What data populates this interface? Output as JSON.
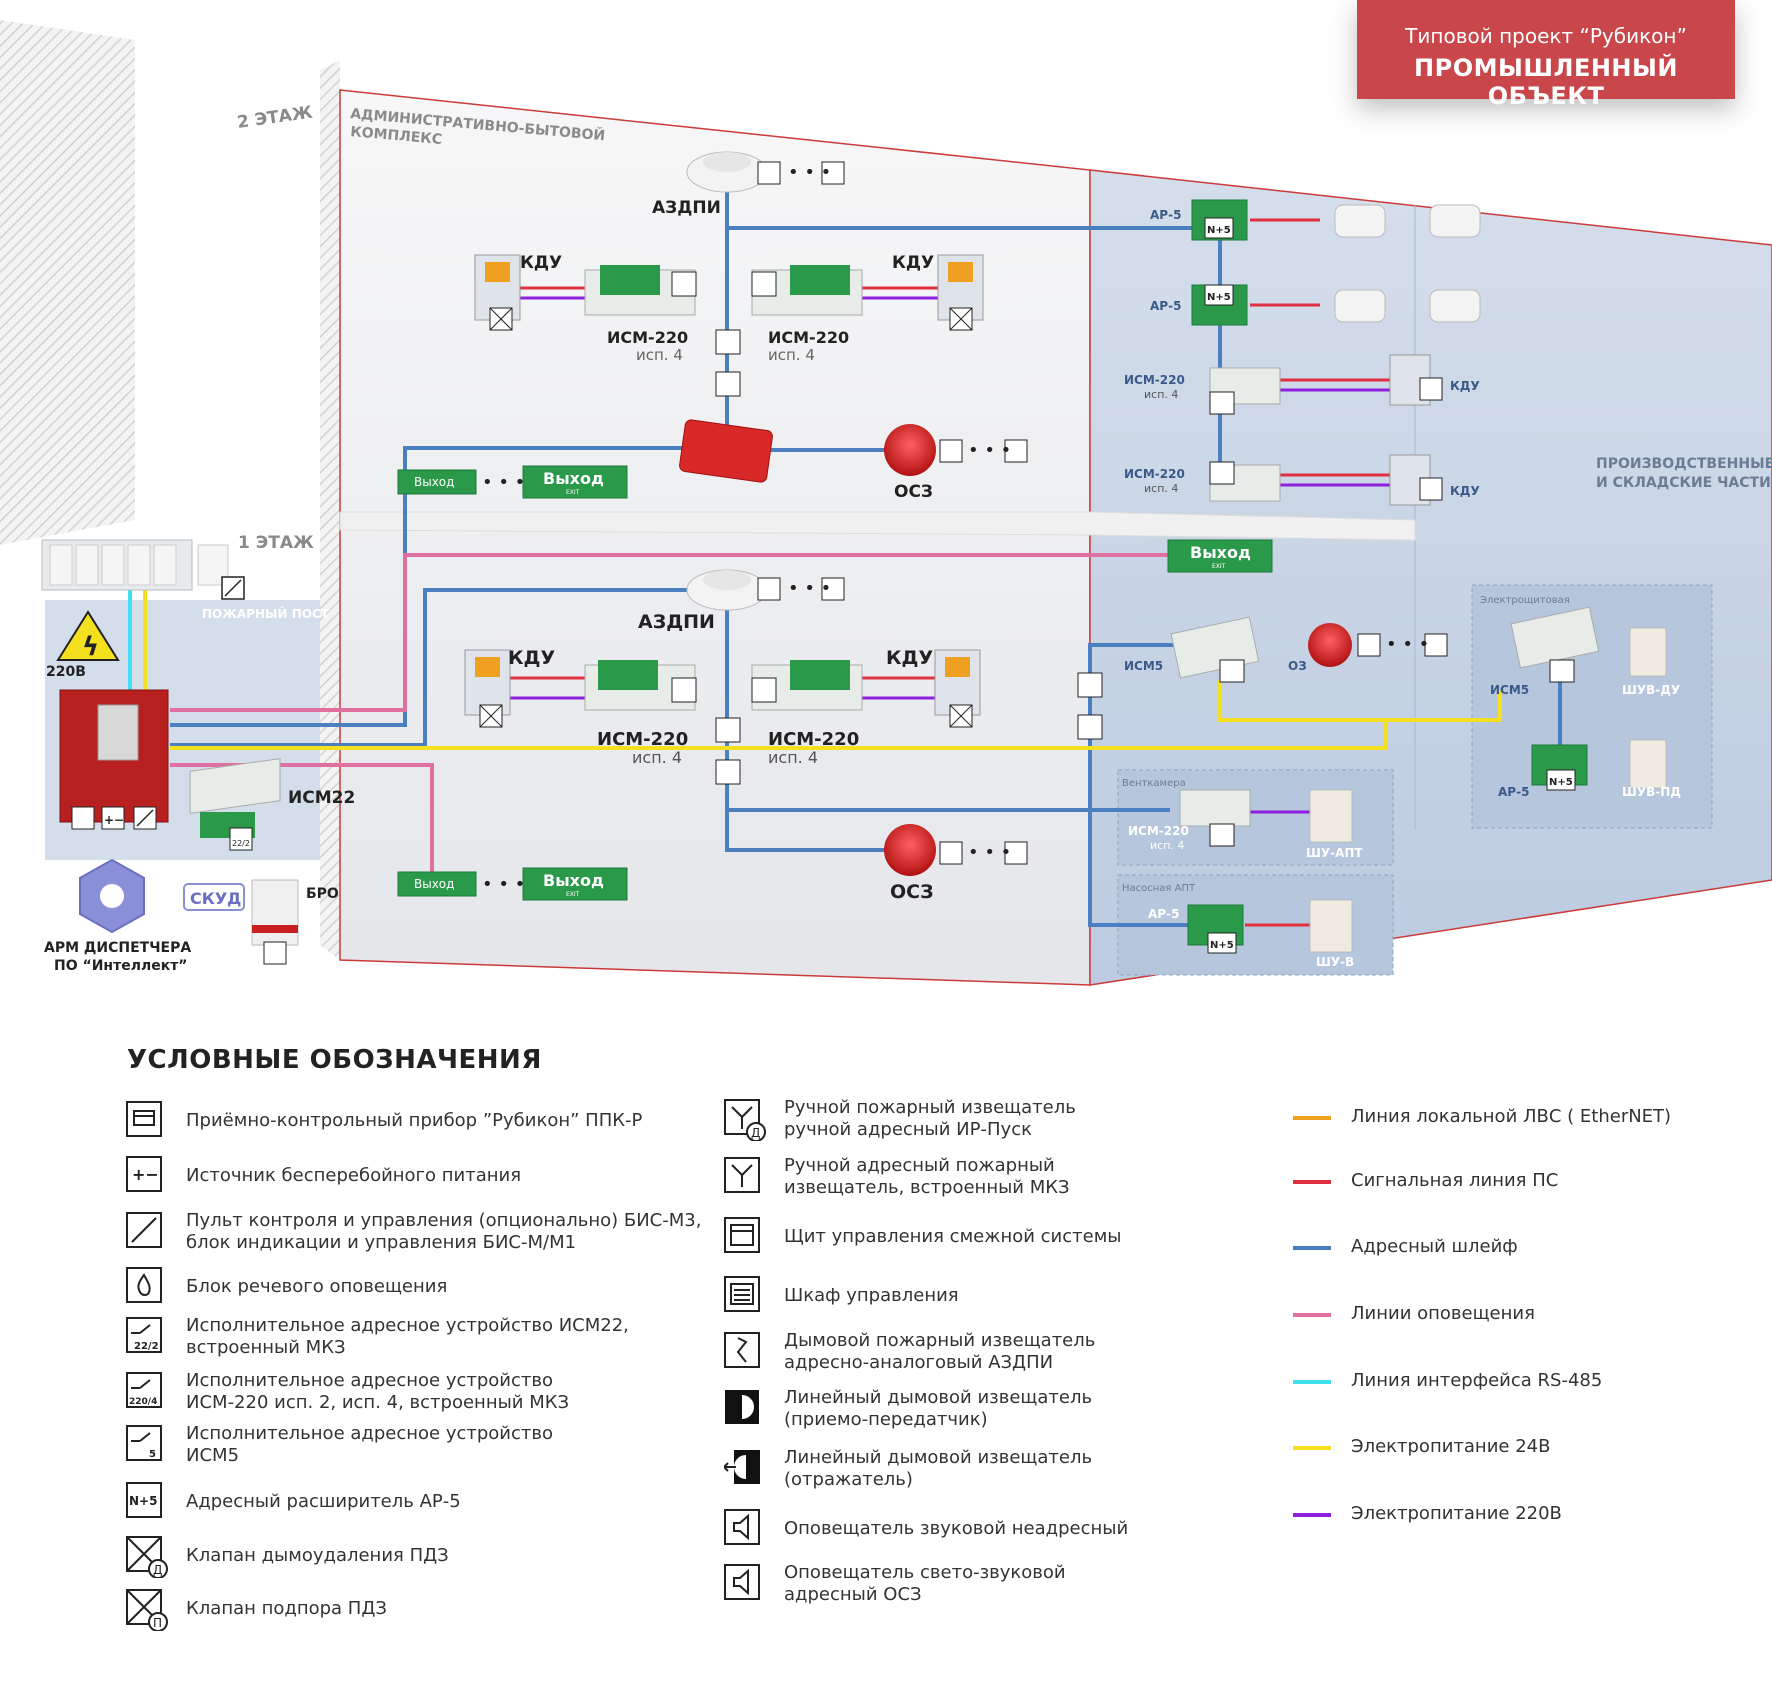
{
  "header": {
    "subtitle": "Типовой проект “Рубикон”",
    "title": "ПРОМЫШЛЕННЫЙ ОБЪЕКТ"
  },
  "zones": {
    "floor2": "2 ЭТАЖ",
    "floor1": "1 ЭТАЖ",
    "admin_line1": "АДМИНИСТРАТИВНО-БЫТОВОЙ",
    "admin_line2": "КОМПЛЕКС",
    "prod_line1": "ПРОИЗВОДСТВЕННЫЕ",
    "prod_line2": "И СКЛАДСКИЕ ЧАСТИ",
    "fire_post": "ПОЖАРНЫЙ ПОСТ",
    "electro_room": "Электрощитовая",
    "vent_room": "Венткамера",
    "pump_room": "Насосная АПТ"
  },
  "labels": {
    "azdpi": "АЗДПИ",
    "kdu": "КДУ",
    "ism220": "ИСМ-220",
    "isp4": "исп. 4",
    "osz": "ОСЗ",
    "oz": "ОЗ",
    "exit": "Выход",
    "exit_small": "EXIT",
    "ar5": "АР-5",
    "ism5": "ИСМ5",
    "ism22": "ИСМ22",
    "v220": "220В",
    "skud": "СКУД",
    "bro": "БРО",
    "arm_line1": "АРМ ДИСПЕТЧЕРА",
    "arm_line2": "ПО “Интеллект”",
    "shuv_du": "ШУВ-ДУ",
    "shuv_pd": "ШУВ-ПД",
    "shu_apt": "ШУ-АПТ",
    "shu_v": "ШУ-В",
    "n5": "N+5",
    "c2204": "220/4",
    "c222": "22/2",
    "c5": "5",
    "d": "Д",
    "p": "П",
    "pm": "+−"
  },
  "legend": {
    "title": "УСЛОВНЫЕ ОБОЗНАЧЕНИЯ",
    "col1": [
      {
        "icon": "control-panel-icon",
        "l1": "Приёмно-контрольный прибор ”Рубикон” ППК-Р",
        "l2": ""
      },
      {
        "icon": "ups-icon",
        "l1": "Источник бесперебойного питания",
        "l2": ""
      },
      {
        "icon": "control-console-icon",
        "l1": "Пульт контроля и управления (опционально) БИС-М3,",
        "l2": "блок индикации и управления БИС-М/М1"
      },
      {
        "icon": "voice-alarm-icon",
        "l1": "Блок речевого оповещения",
        "l2": ""
      },
      {
        "icon": "ism22-icon",
        "l1": "Исполнительное адресное устройство ИСМ22,",
        "l2": "встроенный МКЗ"
      },
      {
        "icon": "ism220-icon",
        "l1": "Исполнительное адресное устройство",
        "l2": "ИСМ-220 исп. 2, исп. 4, встроенный МКЗ"
      },
      {
        "icon": "ism5-icon",
        "l1": "Исполнительное адресное устройство",
        "l2": "ИСМ5"
      },
      {
        "icon": "expander-icon",
        "l1": "Адресный расширитель АР-5",
        "l2": ""
      },
      {
        "icon": "smoke-valve-icon",
        "l1": "Клапан дымоудаления ПДЗ",
        "l2": ""
      },
      {
        "icon": "pressure-valve-icon",
        "l1": "Клапан подпора ПДЗ",
        "l2": ""
      }
    ],
    "col2": [
      {
        "icon": "manual-call-start-icon",
        "l1": "Ручной пожарный извещатель",
        "l2": "ручной адресный ИР-Пуск"
      },
      {
        "icon": "manual-call-icon",
        "l1": "Ручной адресный пожарный",
        "l2": "извещатель, встроенный МКЗ"
      },
      {
        "icon": "adjacent-panel-icon",
        "l1": "Щит управления смежной системы",
        "l2": ""
      },
      {
        "icon": "control-cabinet-icon",
        "l1": "Шкаф управления",
        "l2": ""
      },
      {
        "icon": "smoke-detector-icon",
        "l1": "Дымовой пожарный извещатель",
        "l2": "адресно-аналоговый АЗДПИ"
      },
      {
        "icon": "beam-transceiver-icon",
        "l1": "Линейный дымовой извещатель",
        "l2": "(приемо-передатчик)"
      },
      {
        "icon": "beam-reflector-icon",
        "l1": "Линейный дымовой извещатель",
        "l2": "(отражатель)"
      },
      {
        "icon": "sounder-icon",
        "l1": "Оповещатель звуковой неадресный",
        "l2": ""
      },
      {
        "icon": "light-sounder-icon",
        "l1": "Оповещатель свето-звуковой",
        "l2": "адресный ОСЗ"
      }
    ],
    "lines": [
      {
        "color": "#f0a020",
        "label": "Линия локальной ЛВС ( EtherNET)"
      },
      {
        "color": "#e03040",
        "label": "Сигнальная линия ПС"
      },
      {
        "color": "#4a80c0",
        "label": "Адресный шлейф"
      },
      {
        "color": "#e070a0",
        "label": "Линии оповещения"
      },
      {
        "color": "#40e0f0",
        "label": "Линия интерфейса RS-485"
      },
      {
        "color": "#f5e020",
        "label": "Электропитание 24В"
      },
      {
        "color": "#9020e0",
        "label": "Электропитание 220В"
      }
    ]
  },
  "colors": {
    "accent": "#c9474a",
    "address_loop": "#4a80c0",
    "signal": "#e03040",
    "notification": "#e070a0",
    "rs485": "#40e0f0",
    "power24": "#f5e020",
    "power220": "#9020e0",
    "exit_green": "#2a9a4a"
  }
}
